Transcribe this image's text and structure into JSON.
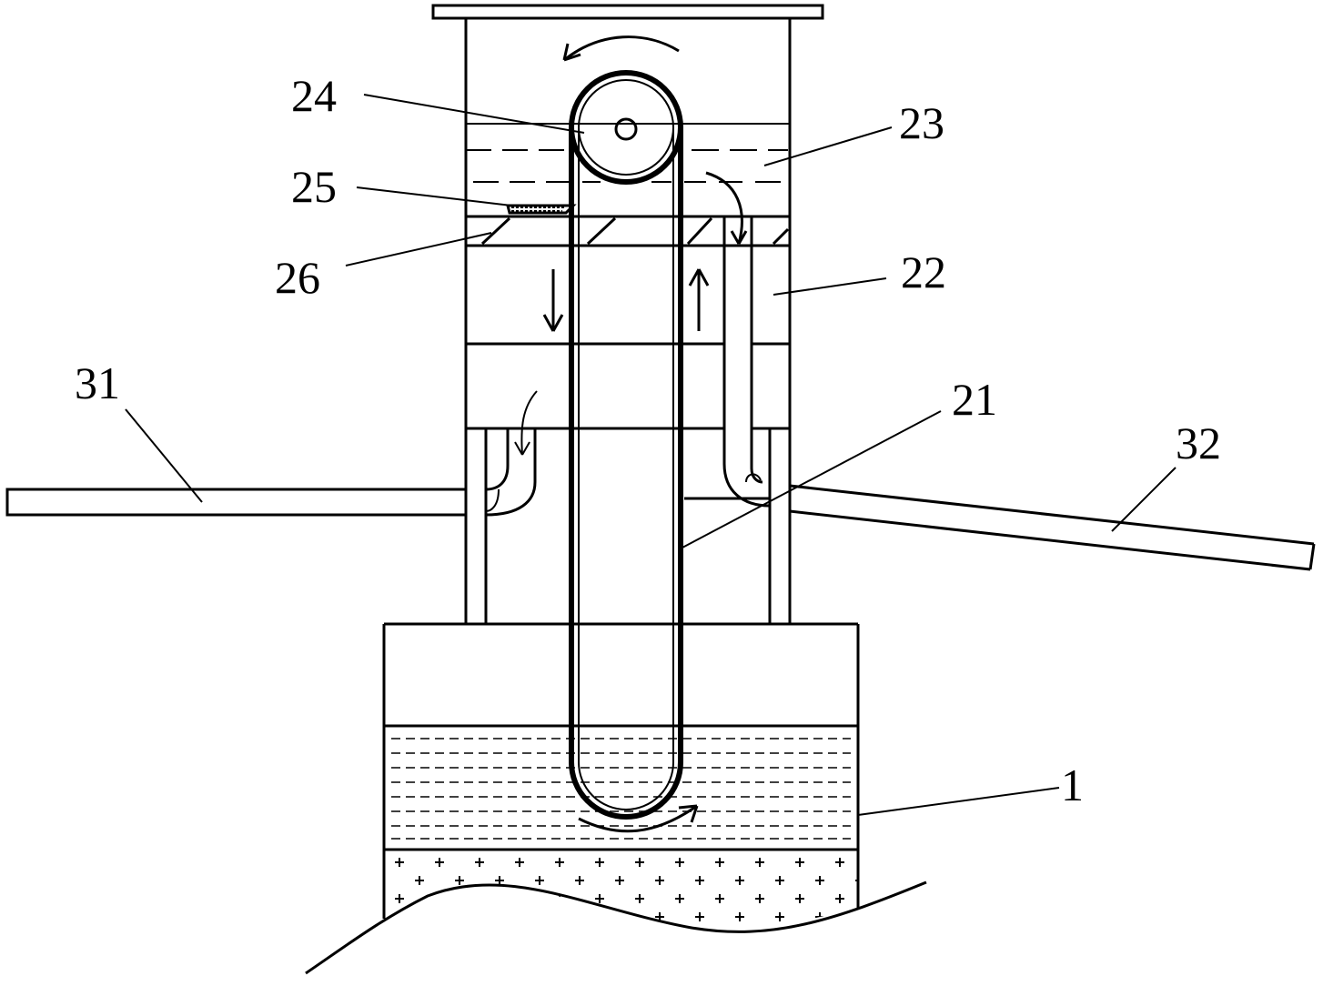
{
  "labels": {
    "l1": "1",
    "l21": "21",
    "l22": "22",
    "l23": "23",
    "l24": "24",
    "l25": "25",
    "l26": "26",
    "l31": "31",
    "l32": "32"
  },
  "colors": {
    "line": "#000000",
    "background": "#ffffff"
  }
}
